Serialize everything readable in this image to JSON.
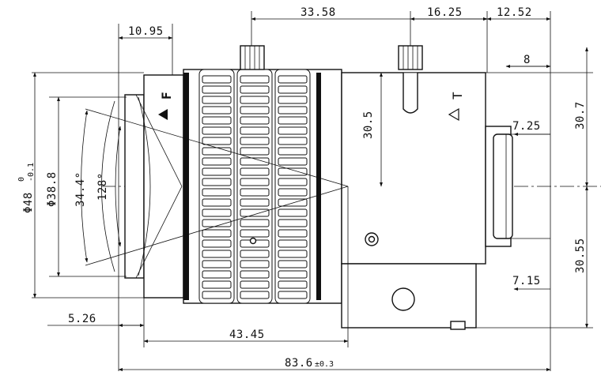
{
  "dimensions": {
    "top_length_1": "10.95",
    "top_length_2": "33.58",
    "top_length_3": "16.25",
    "top_length_4": "12.52",
    "right_step": "8",
    "height_upper": "30.5",
    "height_right_upper": "30.7",
    "mount_upper": "7.25",
    "mount_lower": "7.15",
    "height_right_lower": "30.55",
    "outer_diameter_label": "Φ48",
    "outer_diameter_tol_upper": "0",
    "outer_diameter_tol_lower": "-0.1",
    "inner_diameter": "Φ38.8",
    "angle_1": "34.4°",
    "angle_2": "128°",
    "front_offset": "5.26",
    "center_length": "43.45",
    "total_length": "83.6",
    "total_length_tol": "±0.3"
  },
  "markings": {
    "focus_mark": "F",
    "iris_mark": "T"
  }
}
